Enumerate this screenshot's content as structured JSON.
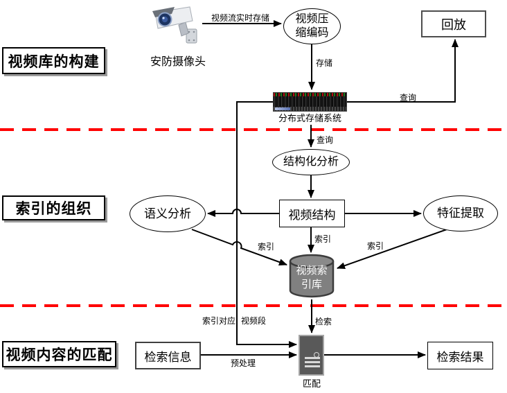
{
  "sections": {
    "build": "视频库的构建",
    "index": "索引的组织",
    "match": "视频内容的匹配"
  },
  "nodes": {
    "camera": "安防摄像头",
    "compress_line1": "视频压",
    "compress_line2": "缩编码",
    "playback": "回放",
    "storage": "分布式存储系统",
    "structural": "结构化分析",
    "semantic": "语义分析",
    "video_structure": "视频结构",
    "feature": "特征提取",
    "index_db_line1": "视频索",
    "index_db_line2": "引库",
    "matcher": "匹配",
    "query_info": "检索信息",
    "result": "检索结果"
  },
  "edges": {
    "realtime_store": "视频流实时存储",
    "store": "存储",
    "query_playback": "查询",
    "query_analysis": "查询",
    "index_semantic": "索引",
    "index_structure": "索引",
    "index_feature": "索引",
    "index_mapping": "索引对应",
    "video_segment": "视频段",
    "retrieve": "检索",
    "preprocess": "预处理"
  },
  "colors": {
    "divider_red": "#ff0000",
    "edge_black": "#000000",
    "cylinder_fill": "#808080",
    "tower_fill": "#595959"
  }
}
